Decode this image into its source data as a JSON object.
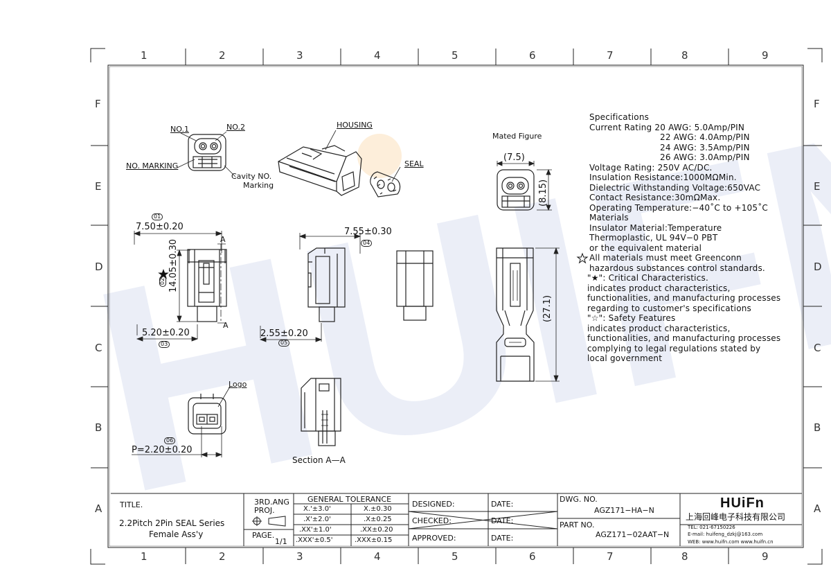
{
  "zones": {
    "columns": [
      "1",
      "2",
      "3",
      "4",
      "5",
      "6",
      "7",
      "8",
      "9"
    ],
    "rows": [
      "F",
      "E",
      "D",
      "C",
      "B",
      "A"
    ]
  },
  "watermark": "HUIFN",
  "views": {
    "no1": "NO.1",
    "no2": "NO.2",
    "no_marking": "NO. MARKING",
    "cavity_no": "Cavity NO.",
    "marking": "Marking",
    "housing": "HOUSING",
    "seal": "SEAL",
    "mated_figure": "Mated Figure",
    "logo": "Logo",
    "section_aa": "Section A—A",
    "section_mark": "A"
  },
  "dimensions": {
    "d01_value": "7.50±0.20",
    "d01_tag": "01",
    "d02_value": "14.05±0.30",
    "d02_tag": "02",
    "d03_value": "5.20±0.20",
    "d03_tag": "03",
    "d04_value": "7.55±0.30",
    "d04_tag": "04",
    "d05_value": "2.55±0.20",
    "d05_tag": "05",
    "d06_value": "P=2.20±0.20",
    "d06_tag": "06",
    "mated_width": "(7.5)",
    "mated_height": "(8.15)",
    "mated_length": "(27.1)"
  },
  "specifications": [
    "Specifications",
    "Current Rating 20 AWG: 5.0Amp/PIN",
    "22 AWG: 4.0Amp/PIN",
    "24 AWG: 3.5Amp/PIN",
    "26 AWG: 3.0Amp/PIN",
    "Voltage Rating: 250V AC/DC.",
    "Insulation Resistance:1000MΩMin.",
    "Dielectric Withstanding Voltage:650VAC",
    "Contact Resistance:30mΩMax.",
    "Operating Temperature:−40˚C to +105˚C",
    "Materials",
    "Insulator Material:Temperature",
    "Thermoplastic, UL 94V−0 PBT",
    "or the equivalent material",
    "All materials must meet Greenconn",
    "hazardous substances control standards.",
    "\"★\": Critical Characteristics.",
    "indicates product characteristics,",
    "functionalities, and manufacturing processes",
    "regarding to customer's specifications",
    "\"☆\": Safety Features",
    "indicates product characteristics,",
    "functionalities, and manufacturing processes",
    "complying to legal regulations stated by",
    "local government"
  ],
  "title_block": {
    "title_label": "TITLE.",
    "title_line1": "2.2Pitch 2Pin SEAL Series",
    "title_line2": "Female Ass'y",
    "proj_line1": "3RD.ANG",
    "proj_line2": "PROJ.",
    "page_label": "PAGE.",
    "page_value": "1/1",
    "tolerance_header": "GENERAL TOLERANCE",
    "tolerances": [
      [
        "X.'±3.0'",
        "X.±0.30"
      ],
      [
        ".X'±2.0'",
        ".X±0.25"
      ],
      [
        ".XX'±1.0'",
        ".XX±0.20"
      ],
      [
        ".XXX'±0.5'",
        ".XXX±0.15"
      ]
    ],
    "designed": "DESIGNED:",
    "checked": "CHECKED:",
    "approved": "APPROVED:",
    "date": "DATE:",
    "dwg_label": "DWG. NO.",
    "dwg_value": "AGZ171−HA−N",
    "part_label": "PART NO.",
    "part_value": "AGZ171−02AAT−N",
    "company_logo": "HUiFn",
    "company_name": "上海回峰电子科技有限公司",
    "tel": "TEL: 021-67150226",
    "email": "E-mail: huifeng_dzkj@163.com",
    "web": "WEB: www.huifn.com  www.huifn.cn"
  }
}
